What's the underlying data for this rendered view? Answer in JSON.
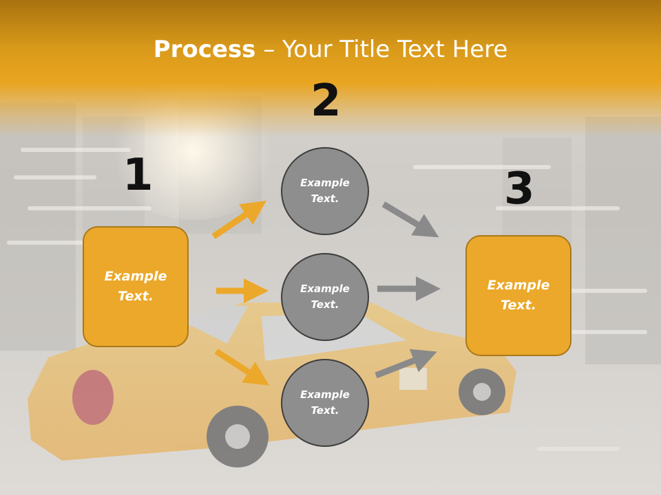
{
  "slide": {
    "title_bold": "Process",
    "title_rest": " – Your Title Text Here",
    "step_numbers": [
      "1",
      "2",
      "3"
    ],
    "left_box": {
      "text": "Example\nText."
    },
    "right_box": {
      "text": "Example\nText."
    },
    "circles": [
      {
        "text": "Example\nText."
      },
      {
        "text": "Example\nText."
      },
      {
        "text": "Example\nText."
      }
    ]
  },
  "colors": {
    "banner": "#e9a520",
    "box_fill": "#eba82a",
    "box_border": "#a9781c",
    "circle_fill": "#8e8e8e",
    "circle_border": "#3d3d3d",
    "arrow_orange": "#eba82a",
    "arrow_gray": "#8a8a8a",
    "number_color": "#111111"
  }
}
